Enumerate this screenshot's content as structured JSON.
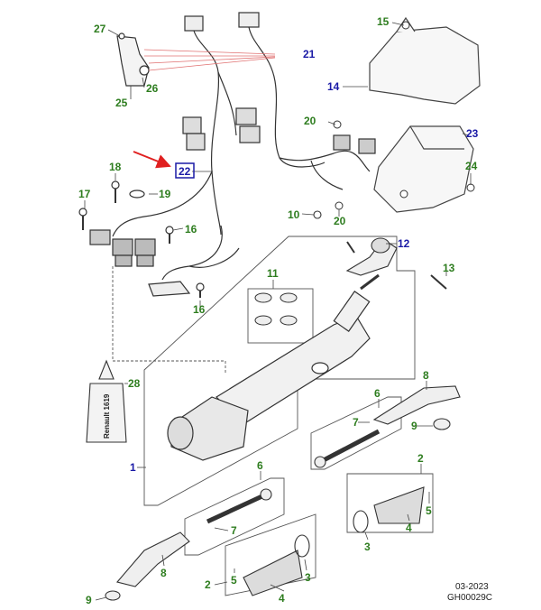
{
  "callouts": {
    "c27": "27",
    "c26": "26",
    "c25": "25",
    "c21": "21",
    "c15": "15",
    "c14": "14",
    "c20a": "20",
    "c23": "23",
    "c24": "24",
    "c22": "22",
    "c18": "18",
    "c17": "17",
    "c19": "19",
    "c16a": "16",
    "c16b": "16",
    "c10": "10",
    "c20b": "20",
    "c12": "12",
    "c13": "13",
    "c11": "11",
    "c28": "28",
    "c1": "1",
    "c8a": "8",
    "c9a": "9",
    "c6a": "6",
    "c7a": "7",
    "c6b": "6",
    "c7b": "7",
    "c2a": "2",
    "c5a": "5",
    "c4a": "4",
    "c3a": "3",
    "c8b": "8",
    "c2b": "2",
    "c5b": "5",
    "c4b": "4",
    "c3b": "3",
    "c9b": "9"
  },
  "tube_label": "Renault 1619",
  "footer": {
    "date": "03-2023",
    "code": "GH00029C"
  },
  "colors": {
    "green_callout": "#2e7d1f",
    "blue_callout": "#1a1aa6",
    "arrow": "#e02020",
    "leader_pink": "#e07070"
  }
}
